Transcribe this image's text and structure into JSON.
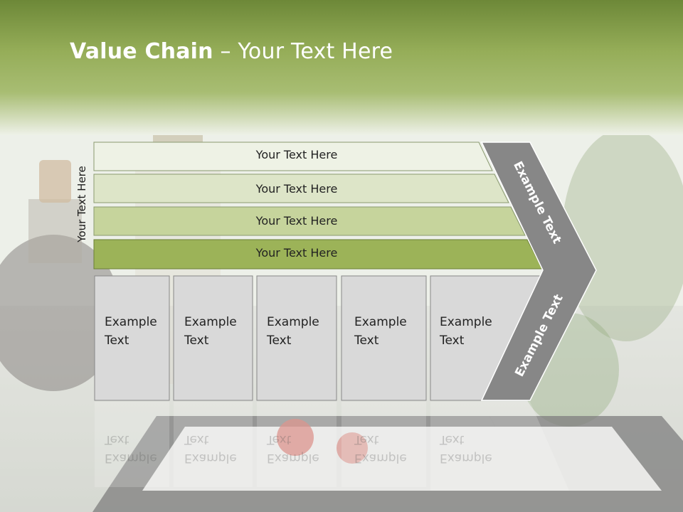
{
  "slide": {
    "title_bold": "Value Chain",
    "title_rest": " – Your Text Here",
    "vertical_label": "Your Text Here",
    "bars": [
      {
        "label": "Your Text Here"
      },
      {
        "label": "Your Text Here"
      },
      {
        "label": "Your Text Here"
      },
      {
        "label": "Your Text Here"
      }
    ],
    "columns": [
      {
        "line1": "Example",
        "line2": "Text"
      },
      {
        "line1": "Example",
        "line2": "Text"
      },
      {
        "line1": "Example",
        "line2": "Text"
      },
      {
        "line1": "Example",
        "line2": "Text"
      },
      {
        "line1": "Example",
        "line2": "Text"
      }
    ],
    "chevron_upper": "Example Text",
    "chevron_lower": "Example Text"
  },
  "colors": {
    "header_green": "#8fa84e",
    "bar1": "#eef2e5",
    "bar2": "#dde5c8",
    "bar3": "#c6d49c",
    "bar4": "#9cb358",
    "column_fill": "#d9d9d9",
    "chevron_fill": "#878787"
  }
}
